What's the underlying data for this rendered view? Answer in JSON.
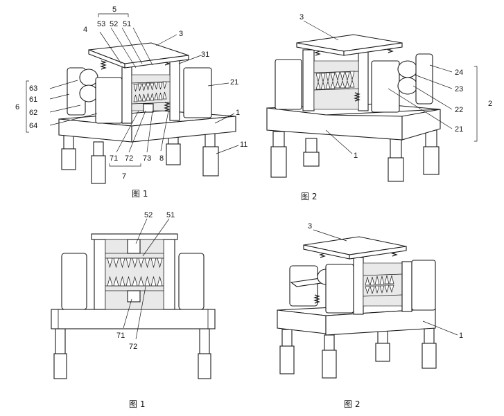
{
  "captions": [
    "图 1",
    "图 2",
    "图 1",
    "图 2"
  ],
  "fig_a": {
    "n5": "5",
    "n53": "53",
    "n52": "52",
    "n51": "51",
    "n4": "4",
    "n3": "3",
    "n31": "31",
    "n63": "63",
    "n61": "61",
    "n6": "6",
    "n62": "62",
    "n64": "64",
    "n21": "21",
    "n1": "1",
    "n11": "11",
    "n71": "71",
    "n72": "72",
    "n73": "73",
    "n8": "8",
    "n7": "7"
  },
  "fig_b": {
    "n3": "3",
    "n24": "24",
    "n23": "23",
    "n22": "22",
    "n2": "2",
    "n21": "21",
    "n1": "1"
  },
  "fig_c": {
    "n52": "52",
    "n51": "51",
    "n71": "71",
    "n72": "72"
  },
  "fig_d": {
    "n3": "3",
    "n1": "1"
  }
}
